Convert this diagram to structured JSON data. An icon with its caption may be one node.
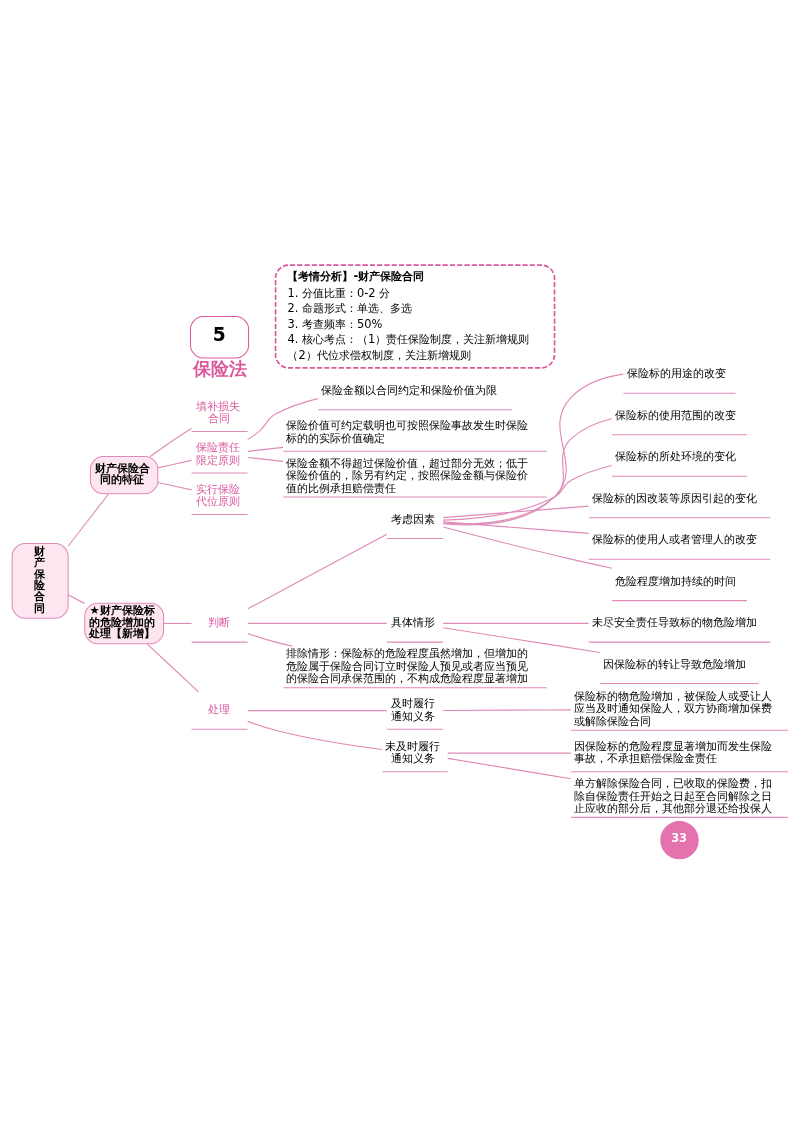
{
  "diagram": {
    "nodes": [
      {
        "text": [
          "5"
        ],
        "beside": [
          "保险法"
        ]
      },
      {
        "text": [
          "【考情分析】-财产保险合同",
          "1. 分值比重：0-2 分",
          "2. 命题形式：单选、多选",
          "3. 考查频率：50%",
          "4. 核心考点：（1）责任保险制度，关注新增规则",
          "（2）代位求偿权制度，关注新增规则"
        ]
      },
      {
        "text": [
          "财产保险合同"
        ]
      },
      {
        "text": [
          "财产保险合同的特征"
        ]
      },
      {
        "text": [
          "填补损失合同"
        ]
      },
      {
        "text": [
          "保险责任限定原则"
        ]
      },
      {
        "text": [
          "保险金额以合同约定和保险价值为限"
        ]
      },
      {
        "text": [
          "保险价值可约定载明也可按照保险事故发生时保险标的的实际价值确定"
        ]
      },
      {
        "text": [
          "保险金额不得超过保险价值，超过部分无效；低于保险价值的，除另有约定，按照保险金额与保险价值的比例承担赔偿责任"
        ]
      },
      {
        "text": [
          "实行保险代位原则"
        ]
      },
      {
        "text": [
          "★财产保险标的危险增加的处理【新增】"
        ]
      },
      {
        "text": [
          "判断"
        ]
      },
      {
        "text": [
          "考虑因素"
        ]
      },
      {
        "text": [
          "保险标的用途的改变"
        ]
      },
      {
        "text": [
          "保险标的使用范围的改变"
        ]
      },
      {
        "text": [
          "保险标的所处环境的变化"
        ]
      },
      {
        "text": [
          "保险标的因改装等原因引起的变化"
        ]
      },
      {
        "text": [
          "保险标的使用人或者管理人的改变"
        ]
      },
      {
        "text": [
          "危险程度增加持续的时间"
        ]
      },
      {
        "text": [
          "具体情形"
        ]
      },
      {
        "text": [
          "未尽安全责任导致标的物危险增加"
        ]
      },
      {
        "text": [
          "因保险标的转让导致危险增加"
        ]
      },
      {
        "text": [
          "排除情形：保险标的危险程度虽然增加，但增加的危险属于保险合同订立时保险人预见或者应当预见的保险合同承保范围的，不构成危险程度显著增加"
        ]
      },
      {
        "text": [
          "处理"
        ]
      },
      {
        "text": [
          "及时履行通知义务"
        ]
      },
      {
        "text": [
          "保险标的物危险增加，被保险人或受让人应当及时通知保险人，双方协商增加保费或解除保险合同"
        ]
      },
      {
        "text": [
          "未及时履行通知义务"
        ]
      },
      {
        "text": [
          "因保险标的危险程度显著增加而发生保险事故，不承担赔偿保险金责任"
        ]
      },
      {
        "text": [
          "单方解除保险合同，已收取的保险费，扣除自保险责任开始之日起至合同解除之日止应收的部分后，其他部分退还给投保人"
        ]
      },
      {
        "text": [
          "33"
        ]
      }
    ],
    "edges": [
      {
        "from": 2,
        "to": 3,
        "arrow": "none"
      },
      {
        "from": 3,
        "to": 4,
        "arrow": "none"
      },
      {
        "from": 3,
        "to": 5,
        "arrow": "none"
      },
      {
        "from": 5,
        "to": 6,
        "arrow": "none"
      },
      {
        "from": 5,
        "to": 7,
        "arrow": "none"
      },
      {
        "from": 5,
        "to": 8,
        "arrow": "none"
      },
      {
        "from": 3,
        "to": 9,
        "arrow": "none"
      },
      {
        "from": 2,
        "to": 10,
        "arrow": "none"
      },
      {
        "from": 10,
        "to": 11,
        "arrow": "none"
      },
      {
        "from": 11,
        "to": 12,
        "arrow": "none"
      },
      {
        "from": 12,
        "to": 13,
        "arrow": "none"
      },
      {
        "from": 12,
        "to": 14,
        "arrow": "none"
      },
      {
        "from": 12,
        "to": 15,
        "arrow": "none"
      },
      {
        "from": 12,
        "to": 16,
        "arrow": "none"
      },
      {
        "from": 12,
        "to": 17,
        "arrow": "none"
      },
      {
        "from": 12,
        "to": 18,
        "arrow": "none"
      },
      {
        "from": 11,
        "to": 19,
        "arrow": "none"
      },
      {
        "from": 19,
        "to": 20,
        "arrow": "none"
      },
      {
        "from": 19,
        "to": 21,
        "arrow": "none"
      },
      {
        "from": 11,
        "to": 22,
        "arrow": "none"
      },
      {
        "from": 10,
        "to": 23,
        "arrow": "none"
      },
      {
        "from": 23,
        "to": 24,
        "arrow": "none"
      },
      {
        "from": 24,
        "to": 25,
        "arrow": "none"
      },
      {
        "from": 23,
        "to": 26,
        "arrow": "none"
      },
      {
        "from": 26,
        "to": 27,
        "arrow": "none"
      },
      {
        "from": 26,
        "to": 28,
        "arrow": "none"
      }
    ]
  }
}
